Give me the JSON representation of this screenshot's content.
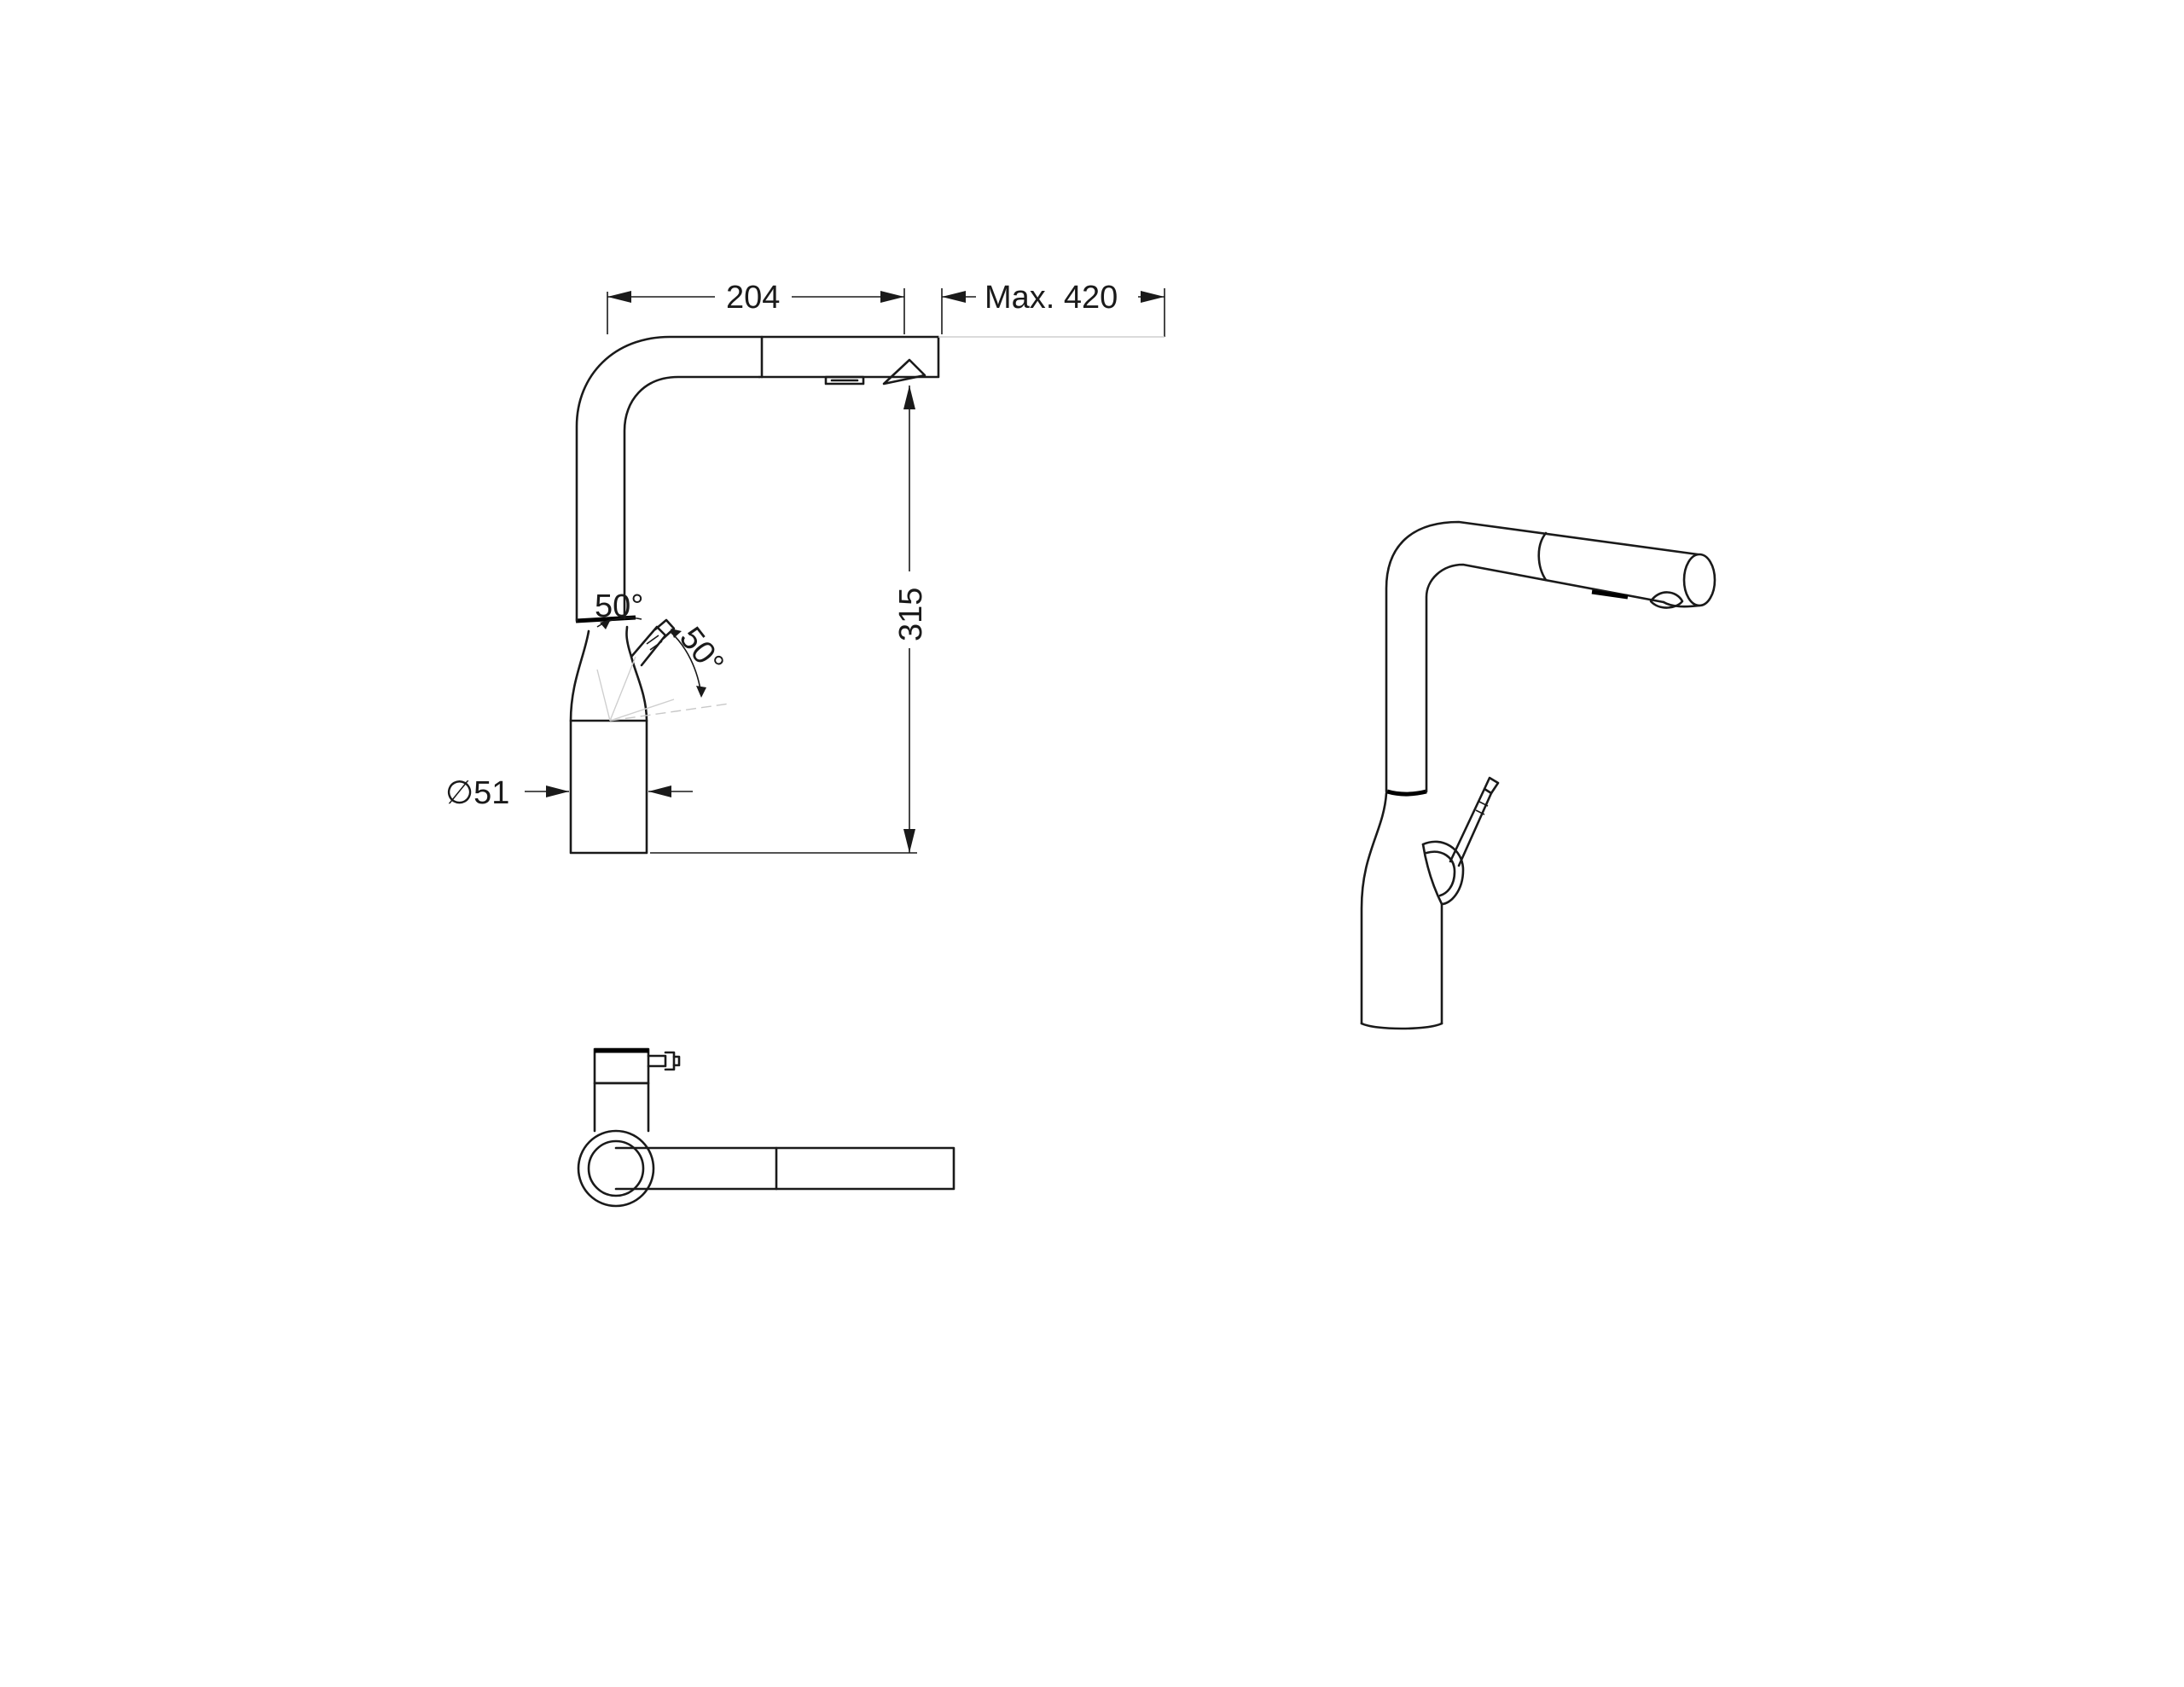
{
  "dimensions": {
    "spout_reach": "204",
    "pull_out_max": "Max. 420",
    "height": "315",
    "lever_angle_left": "50°",
    "lever_angle_right": "50°",
    "base_diameter": "∅51"
  },
  "colors": {
    "line": "#1a1a1a",
    "background": "#ffffff",
    "ghost": "#c8c8c8"
  }
}
